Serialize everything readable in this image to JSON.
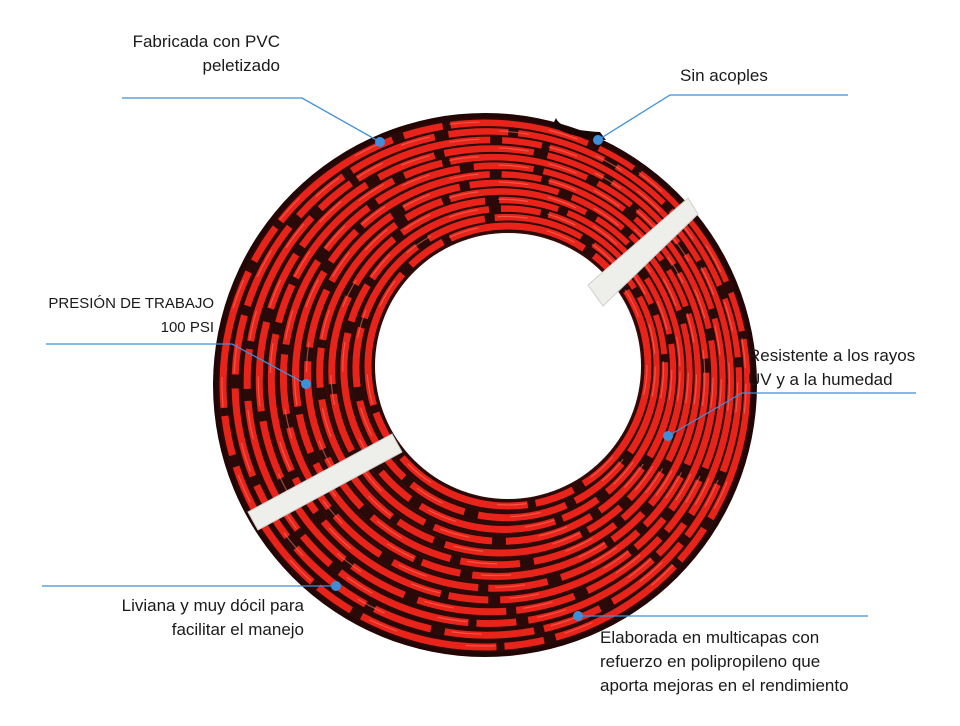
{
  "callouts": {
    "pvc": {
      "lines": [
        "Fabricada con PVC",
        "peletizado"
      ]
    },
    "couplings": {
      "lines": [
        "Sin acoples"
      ]
    },
    "pressure": {
      "lines": [
        "PRESIÓN DE TRABAJO",
        "100 PSI"
      ]
    },
    "uv": {
      "lines": [
        "Resistente a los rayos",
        "UV y a la humedad"
      ]
    },
    "light": {
      "lines": [
        "Liviana y muy dócil para",
        "facilitar el manejo"
      ]
    },
    "layers": {
      "lines": [
        "Elaborada en multicapas con",
        "refuerzo en polipropileno que",
        "aporta mejoras en el rendimiento"
      ]
    }
  },
  "colors": {
    "hose_red": "#e8231a",
    "hose_dark": "#2a0a08",
    "callout_line": "#3f8fd8",
    "strap": "#eeeeea"
  }
}
